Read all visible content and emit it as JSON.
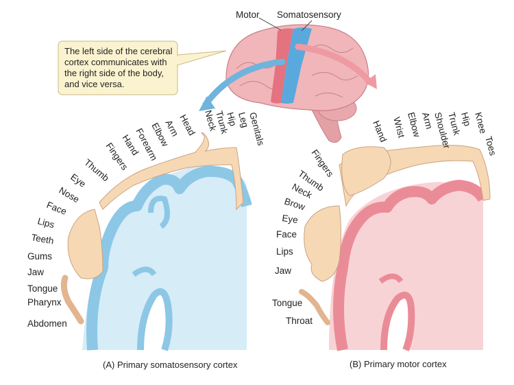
{
  "brain": {
    "motor_label": "Motor",
    "somatosensory_label": "Somatosensory"
  },
  "callout": {
    "lines": [
      "The left side of the cerebral",
      "cortex communicates with",
      "the right side of the body,",
      "and vice versa."
    ]
  },
  "panel_a": {
    "caption": "(A)  Primary somatosensory cortex",
    "labels": [
      "Genitals",
      "Leg",
      "Hip",
      "Trunk",
      "Neck",
      "Head",
      "Arm",
      "Elbow",
      "Forearm",
      "Hand",
      "Fingers",
      "Thumb",
      "Eye",
      "Nose",
      "Face",
      "Lips",
      "Teeth",
      "Gums",
      "Jaw",
      "Tongue",
      "Pharynx",
      "Abdomen"
    ]
  },
  "panel_b": {
    "caption": "(B)  Primary motor cortex",
    "labels": [
      "Toes",
      "Knee",
      "Hip",
      "Trunk",
      "Arm",
      "Shoulder",
      "Elbow",
      "Wrist",
      "Hand",
      "Fingers",
      "Thumb",
      "Neck",
      "Brow",
      "Eye",
      "Face",
      "Lips",
      "Jaw",
      "Tongue",
      "Throat"
    ]
  },
  "colors": {
    "somatosensory": "#8cc7e6",
    "somatosensory_light": "#d6ecf7",
    "motor": "#ea8c97",
    "motor_light": "#f8d3d6",
    "body": "#f7d8b5",
    "brain": "#eeb2b6"
  }
}
